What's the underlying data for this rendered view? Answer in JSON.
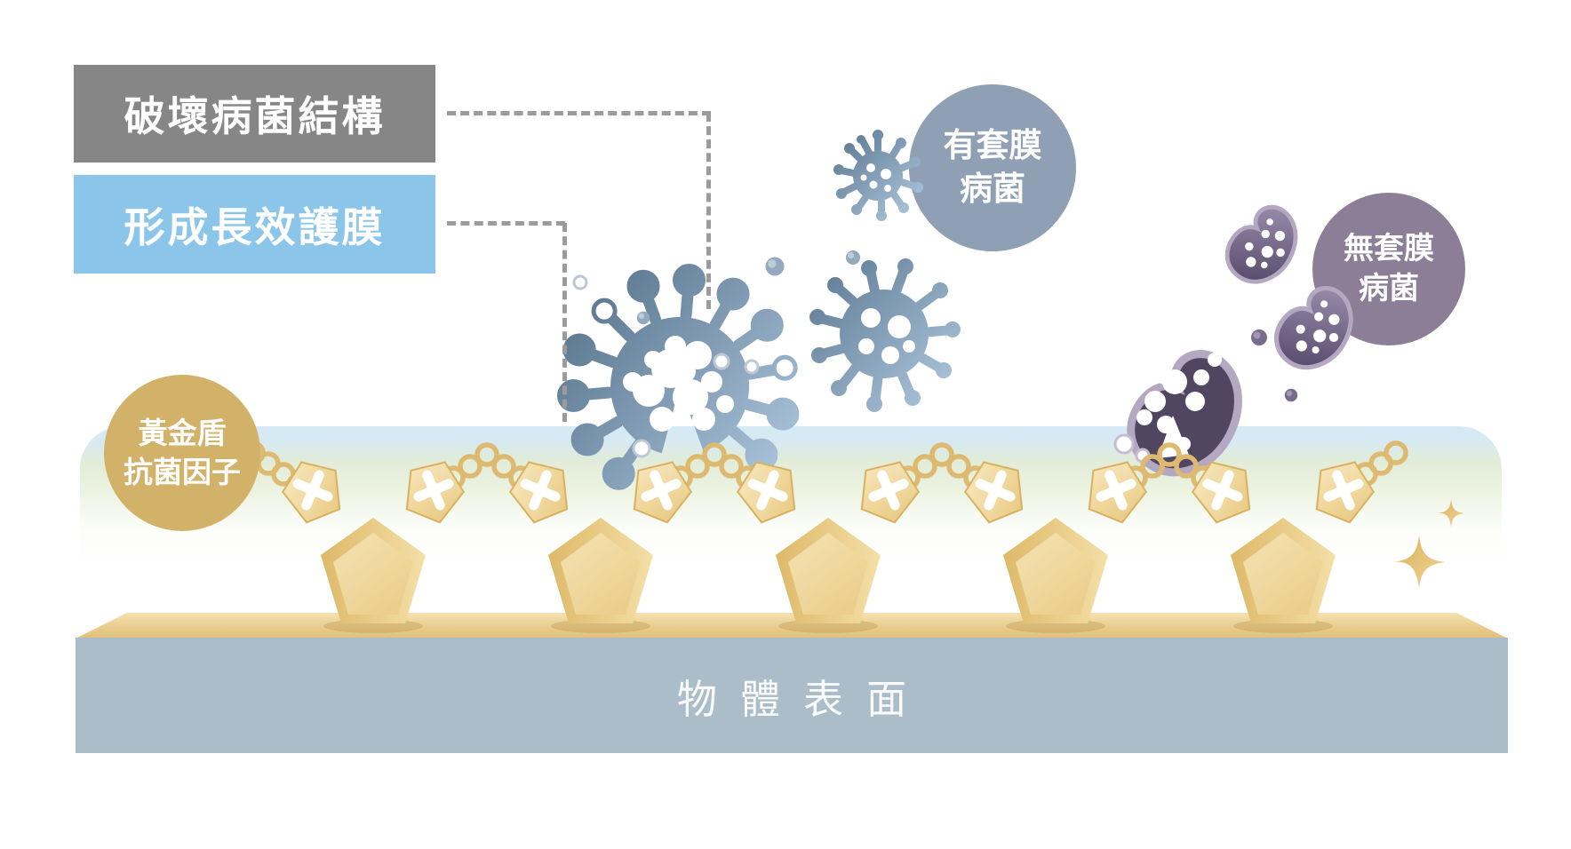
{
  "callouts": {
    "destroy_structure": "破壞病菌結構",
    "form_film": "形成長效護膜"
  },
  "badges": {
    "gold_shield": {
      "line1": "黃金盾",
      "line2": "抗菌因子"
    },
    "enveloped": {
      "line1": "有套膜",
      "line2": "病菌"
    },
    "non_enveloped": {
      "line1": "無套膜",
      "line2": "病菌"
    }
  },
  "surface_label": "物體表面",
  "colors": {
    "callout_destroy_bg": "#868686",
    "callout_film_bg": "#8BC6EA",
    "gold_badge": "#D2B269",
    "enveloped_badge": "#8FA0B4",
    "non_enveloped_badge": "#8C7E96",
    "object_surface": "#ACBDCA",
    "coating_gold": "#E9CD8E",
    "film_blue": "#D6EAF7",
    "film_green": "#E1ECD8",
    "virus_slate": "#5E7A93",
    "bacteria_purple": "#584D6A",
    "chain_gold": "#DDBA6F",
    "connector_gray": "#9B9B9B"
  }
}
